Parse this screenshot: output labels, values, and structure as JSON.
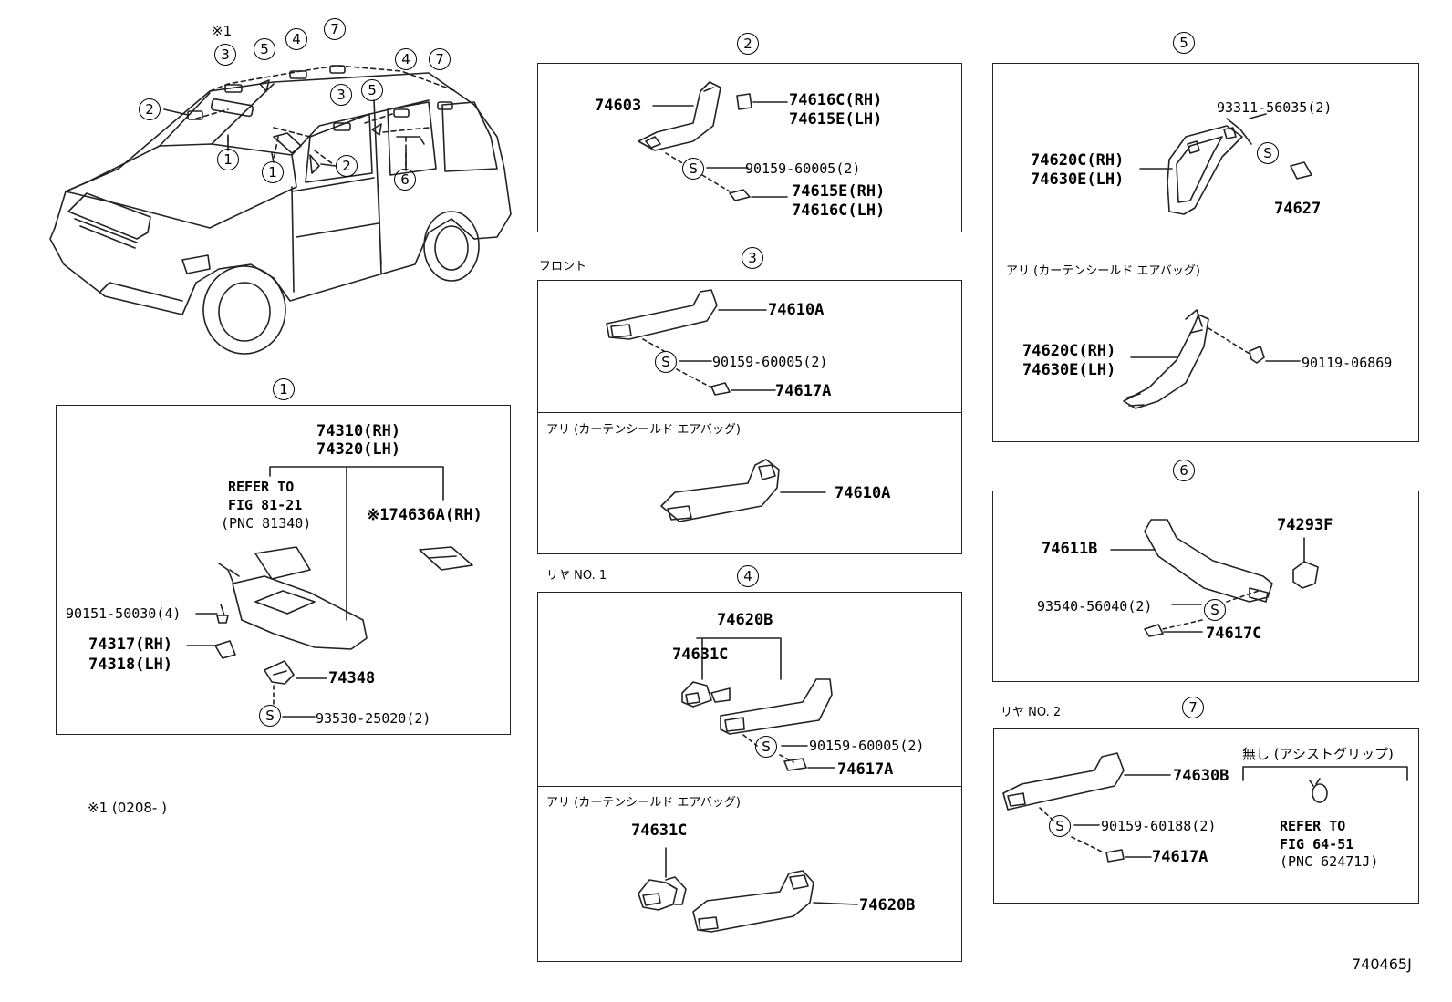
{
  "overview": {
    "callouts": [
      "※1",
      "3",
      "5",
      "4",
      "7",
      "2",
      "1",
      "1",
      "2",
      "3",
      "5",
      "4",
      "7",
      "6"
    ]
  },
  "s1": {
    "num": "1",
    "visor_rh": "74310(RH)",
    "visor_lh": "74320(LH)",
    "refer": [
      "REFER TO",
      "FIG 81-21",
      "(PNC 81340)"
    ],
    "visor_clip": "※174636A(RH)",
    "screw": "90151-50030(4)",
    "holder_rh": "74317(RH)",
    "holder_lh": "74318(LH)",
    "bracket": "74348",
    "s_label": "S",
    "screw2": "93530-25020(2)"
  },
  "note": "※1 (0208-      )",
  "s2": {
    "num": "2",
    "grip": "74603",
    "cap_rh": "74616C(RH)",
    "cap_lh": "74615E(LH)",
    "s_label": "S",
    "screw": "90159-60005(2)",
    "cap2_rh": "74615E(RH)",
    "cap2_lh": "74616C(LH)"
  },
  "s3": {
    "num": "3",
    "header": "フロント",
    "grip": "74610A",
    "s_label": "S",
    "screw": "90159-60005(2)",
    "cap": "74617A",
    "sub_header": "アリ (カーテンシールド エアバッグ)",
    "grip2": "74610A"
  },
  "s4": {
    "num": "4",
    "header": "リヤ NO. 1",
    "grip": "74620B",
    "bracket": "74631C",
    "s_label": "S",
    "screw": "90159-60005(2)",
    "cap": "74617A",
    "sub_header": "アリ (カーテンシールド エアバッグ)",
    "bracket2": "74631C",
    "grip2": "74620B"
  },
  "s5": {
    "num": "5",
    "screw": "93311-56035(2)",
    "s_label": "S",
    "grip_rh": "74620C(RH)",
    "grip_lh": "74630E(LH)",
    "cap": "74627",
    "sub_header": "アリ (カーテンシールド エアバッグ)",
    "grip2_rh": "74620C(RH)",
    "grip2_lh": "74630E(LH)",
    "bolt": "90119-06869"
  },
  "s6": {
    "num": "6",
    "grip": "74611B",
    "clip": "74293F",
    "screw": "93540-56040(2)",
    "s_label": "S",
    "cap": "74617C"
  },
  "s7": {
    "num": "7",
    "header": "リヤ NO. 2",
    "grip": "74630B",
    "s_label": "S",
    "screw": "90159-60188(2)",
    "cap": "74617A",
    "without": "無し (アシストグリップ)",
    "refer": [
      "REFER TO",
      "FIG 64-51",
      "(PNC 62471J)"
    ]
  },
  "footer_code": "740465J"
}
